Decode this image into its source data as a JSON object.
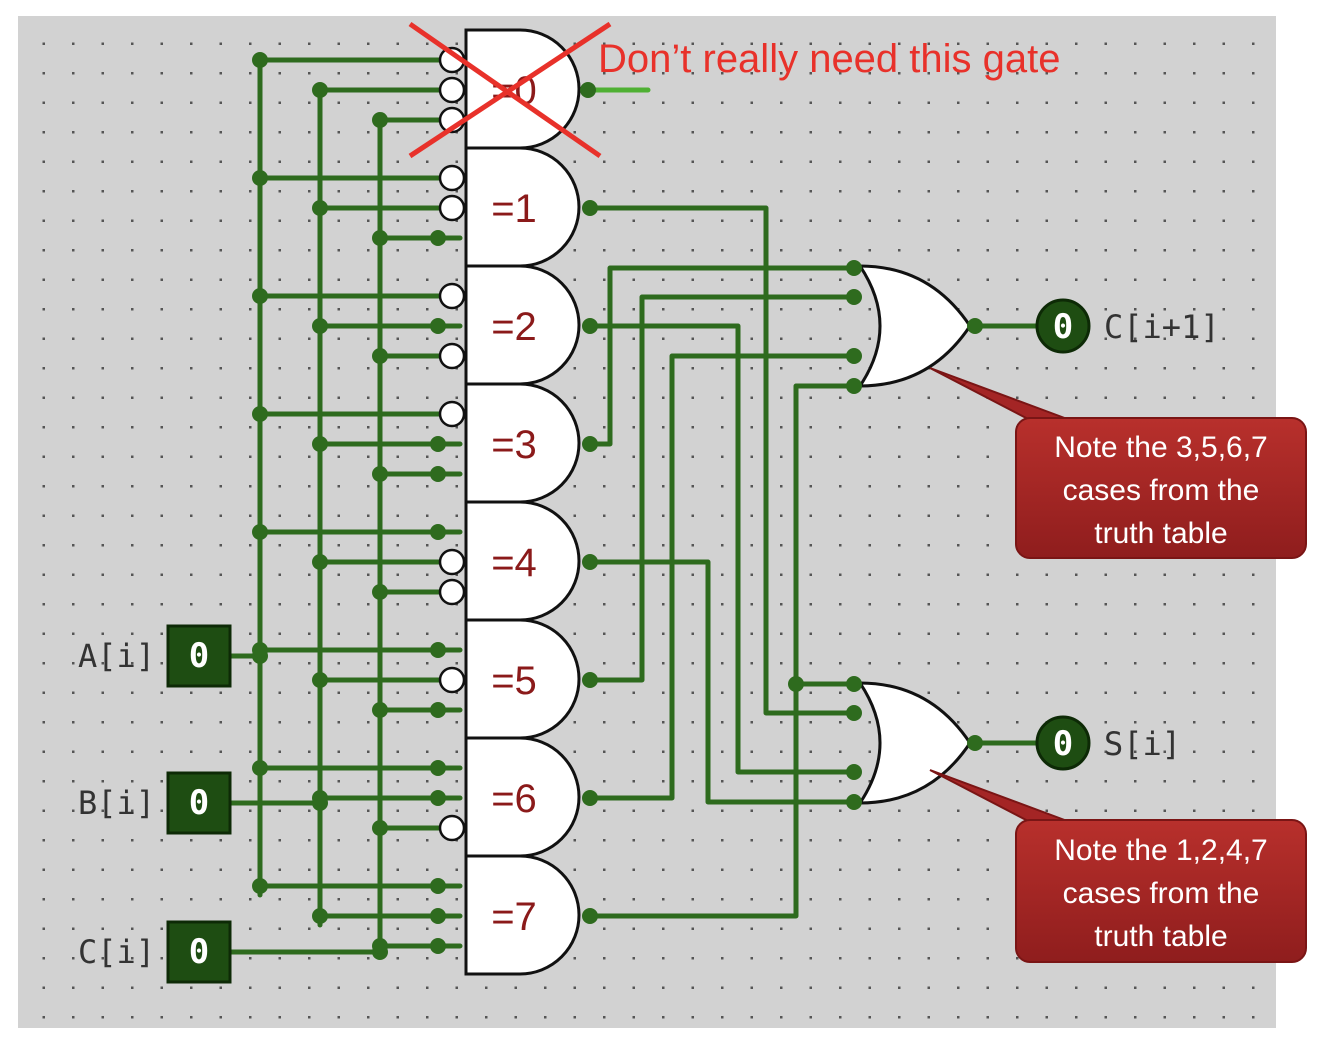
{
  "inputs": [
    {
      "label": "A[i]",
      "value": "0"
    },
    {
      "label": "B[i]",
      "value": "0"
    },
    {
      "label": "C[i]",
      "value": "0"
    }
  ],
  "outputs": [
    {
      "label": "C[i+1]",
      "value": "0"
    },
    {
      "label": "S[i]",
      "value": "0"
    }
  ],
  "gates": [
    "=0",
    "=1",
    "=2",
    "=3",
    "=4",
    "=5",
    "=6",
    "=7"
  ],
  "annotation": "Don’t really need this gate",
  "notes": [
    {
      "lines": [
        "Note the 3,5,6,7",
        "cases from the",
        "truth table"
      ]
    },
    {
      "lines": [
        "Note the 1,2,4,7",
        "cases from the",
        "truth table"
      ]
    }
  ],
  "colors": {
    "wire": "#2e6b1e",
    "note": "#a42525",
    "annotation": "#e8312a",
    "grid": "#d2d2d2"
  }
}
